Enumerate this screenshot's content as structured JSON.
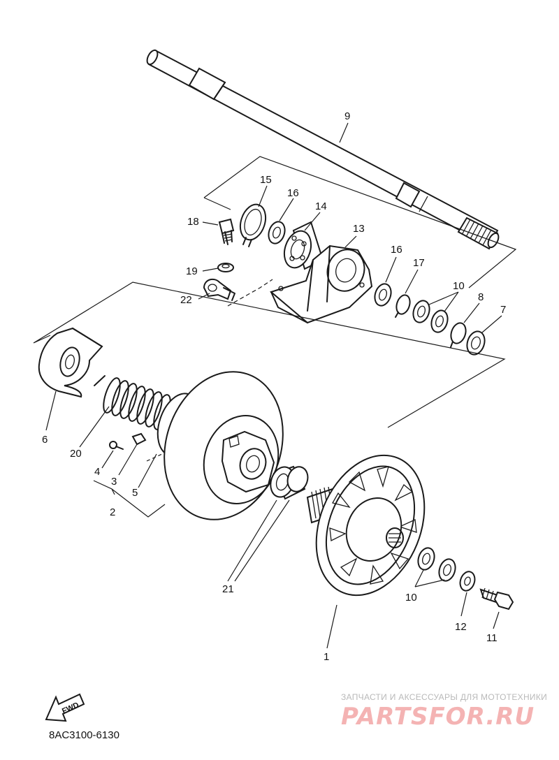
{
  "diagram_code": "8AC3100-6130",
  "fwd_label": "FWD",
  "watermark": {
    "tagline": "ЗАПЧАСТИ И АКСЕССУАРЫ ДЛЯ МОТОТЕХНИКИ",
    "brand": "PARTSFOR.RU"
  },
  "callouts": {
    "c1": "1",
    "c2": "2",
    "c3": "3",
    "c4": "4",
    "c5": "5",
    "c6": "6",
    "c7": "7",
    "c8": "8",
    "c9": "9",
    "c10a": "10",
    "c10b": "10",
    "c11": "11",
    "c12": "12",
    "c13": "13",
    "c14": "14",
    "c15": "15",
    "c16a": "16",
    "c16b": "16",
    "c17": "17",
    "c18": "18",
    "c19": "19",
    "c20": "20",
    "c21": "21",
    "c22": "22"
  }
}
